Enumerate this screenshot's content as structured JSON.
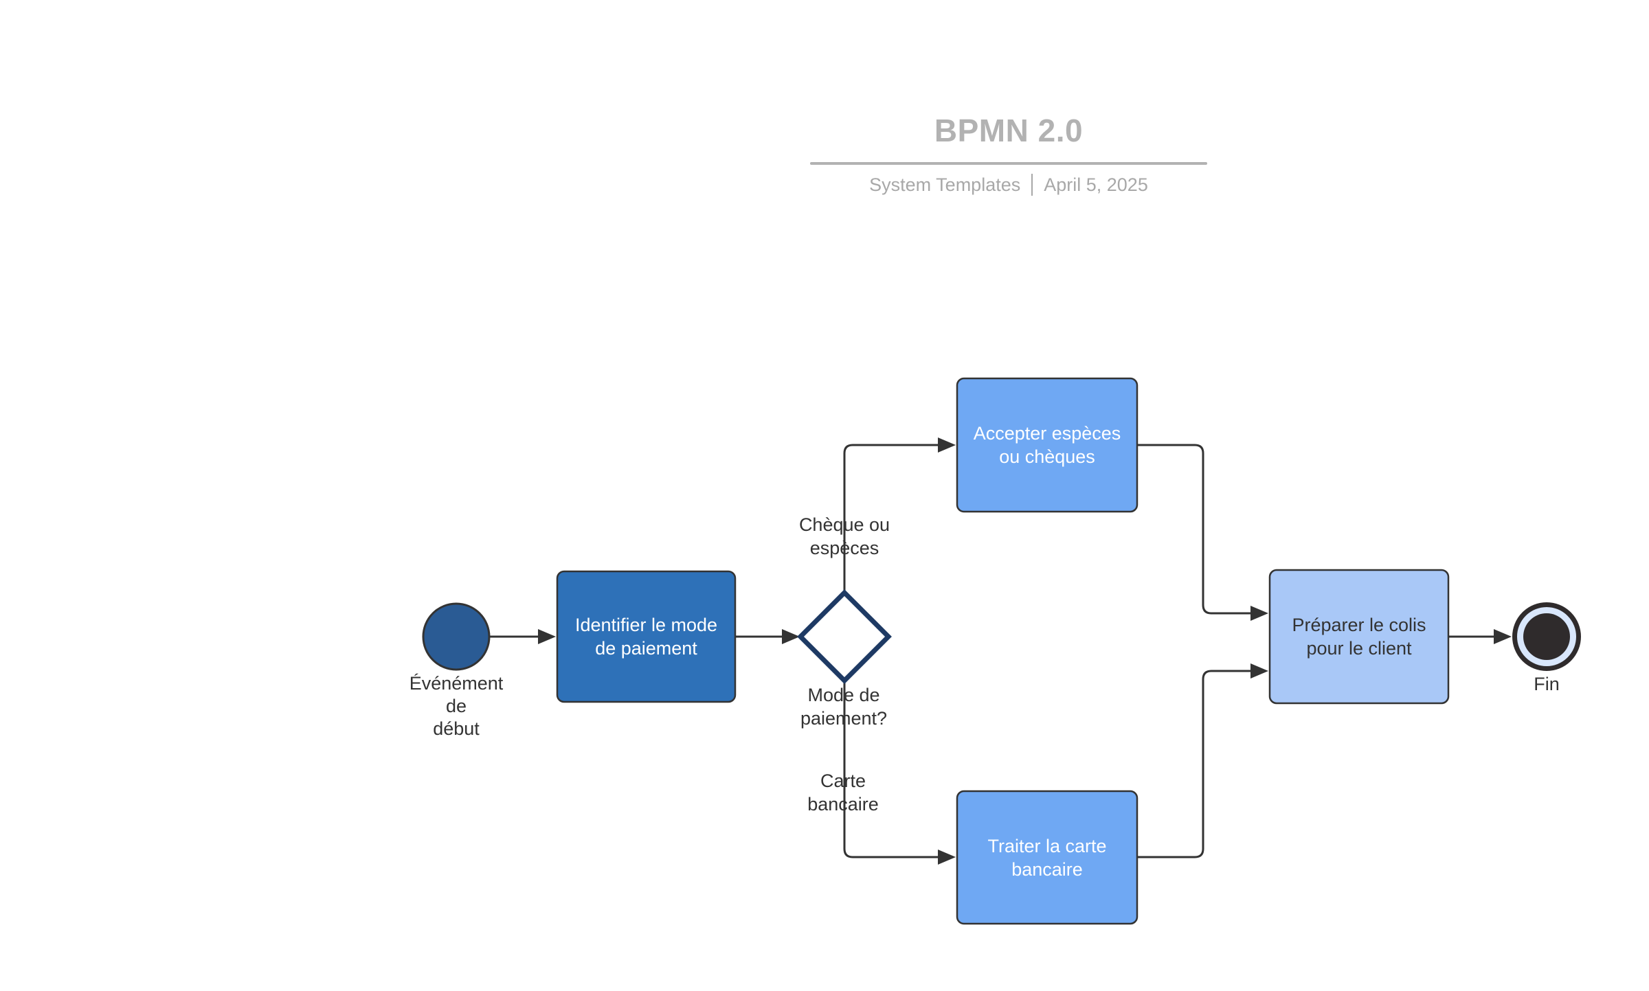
{
  "header": {
    "title": "BPMN 2.0",
    "subtitle_left": "System Templates",
    "subtitle_right": "April 5, 2025"
  },
  "diagram": {
    "nodes": {
      "start": {
        "label": "Événément\nde\ndébut"
      },
      "identify": {
        "label": "Identifier le mode\nde paiement"
      },
      "gateway": {
        "label": "Mode de\npaiement?"
      },
      "accept_cash": {
        "label": "Accepter espèces\nou chèques"
      },
      "process_card": {
        "label": "Traiter la carte\nbancaire"
      },
      "prepare_package": {
        "label": "Préparer le colis\npour le client"
      },
      "end": {
        "label": "Fin"
      }
    },
    "edges": {
      "cheque_branch": {
        "label": "Chèque ou\nespèces"
      },
      "card_branch": {
        "label": "Carte\nbancaire"
      }
    }
  },
  "colors": {
    "task_primary": "#2E71B8",
    "task_secondary": "#6FA8F3",
    "task_tertiary": "#A9C8F7",
    "start_fill": "#2A5B94",
    "gateway_border": "#1E3A64",
    "end_dark": "#2F2B2C",
    "end_ring": "#D9E7FC",
    "line": "#333333",
    "title_gray": "#B2B2B2",
    "subtitle_gray": "#A8A8A8",
    "label_dark": "#333333",
    "node_text_light": "#FFFFFF"
  }
}
